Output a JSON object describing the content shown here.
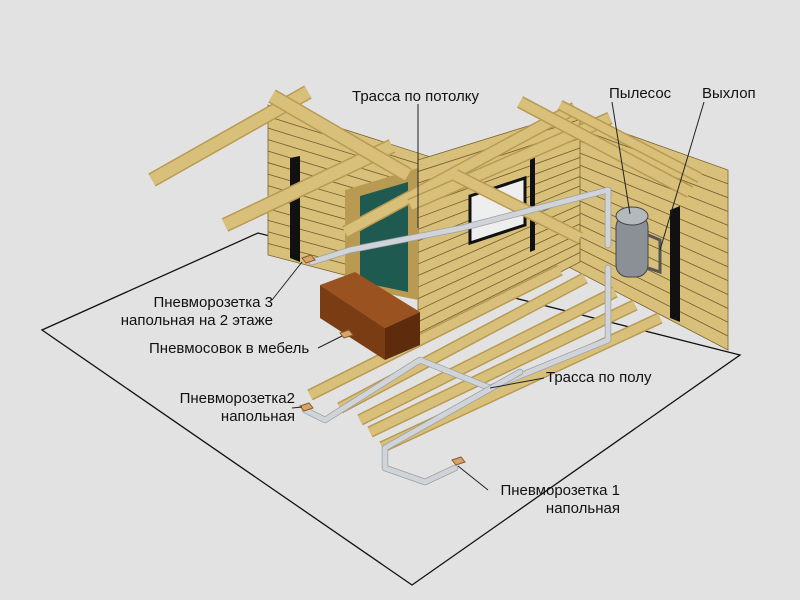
{
  "labels": {
    "ceiling_route": "Трасса по потолку",
    "vacuum": "Пылесос",
    "exhaust": "Выхлоп",
    "outlet3": [
      "Пневморозетка 3",
      "напольная на 2 этаже"
    ],
    "furniture_inlet": "Пневмосовок в мебель",
    "outlet2": [
      "Пневморозетка2",
      "напольная"
    ],
    "floor_route": "Трасса по полу",
    "outlet1": [
      "Пневморозетка 1",
      "напольная"
    ]
  },
  "colors": {
    "background": "#e2e2e2",
    "floor_outline": "#111111",
    "timber": "#d8c07a",
    "timber_dark": "#b99a52",
    "timber_groove": "#7a6432",
    "pipe": "#d0d4d8",
    "cabinet": "#7a3c12",
    "glass": "#1f5a50",
    "vacuum_unit": "#8a9096",
    "outlet": "#d9a46a",
    "label_line": "#222222"
  }
}
